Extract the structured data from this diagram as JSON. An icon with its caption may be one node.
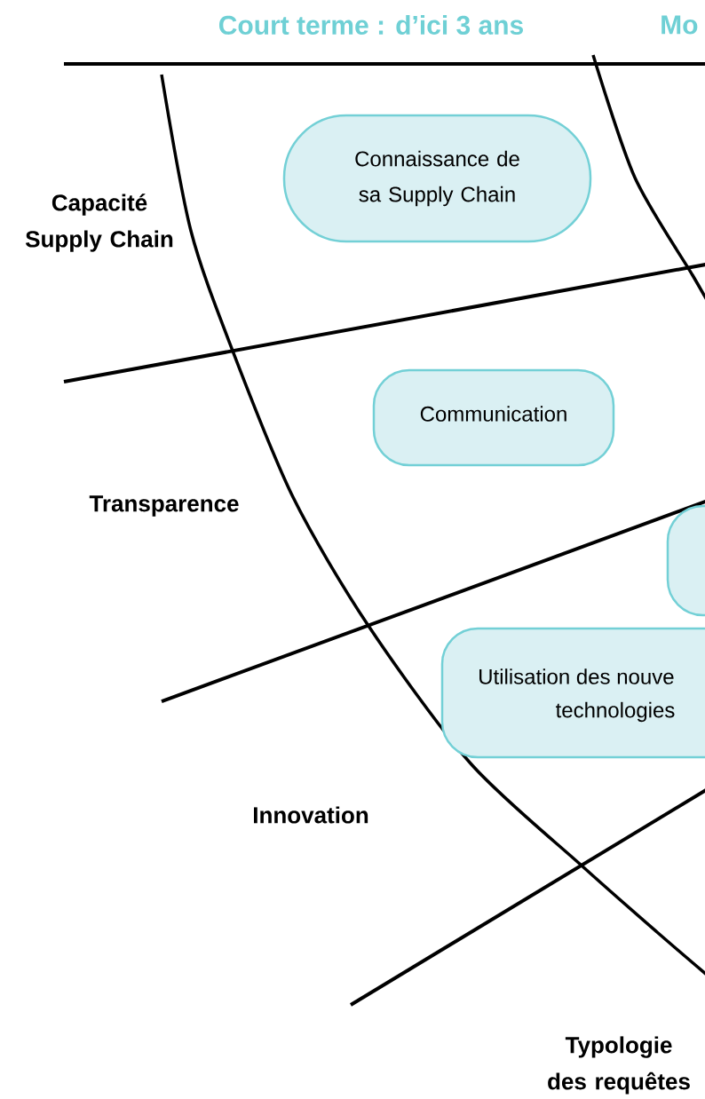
{
  "diagram": {
    "nodes": [
      {
        "text": [
          "Connaissance de sa Supply Chain"
        ]
      },
      {
        "text": [
          "Communication"
        ]
      },
      {
        "text": [],
        "shape": "box"
      },
      {
        "text": [
          "Utilisation des nouve",
          "technologies"
        ]
      }
    ],
    "labels": [
      "Court terme : d’ici 3 ans",
      "Mo",
      "Capacité Supply Chain",
      "Transparence",
      "Innovation",
      "Typologie des requêtes"
    ]
  }
}
